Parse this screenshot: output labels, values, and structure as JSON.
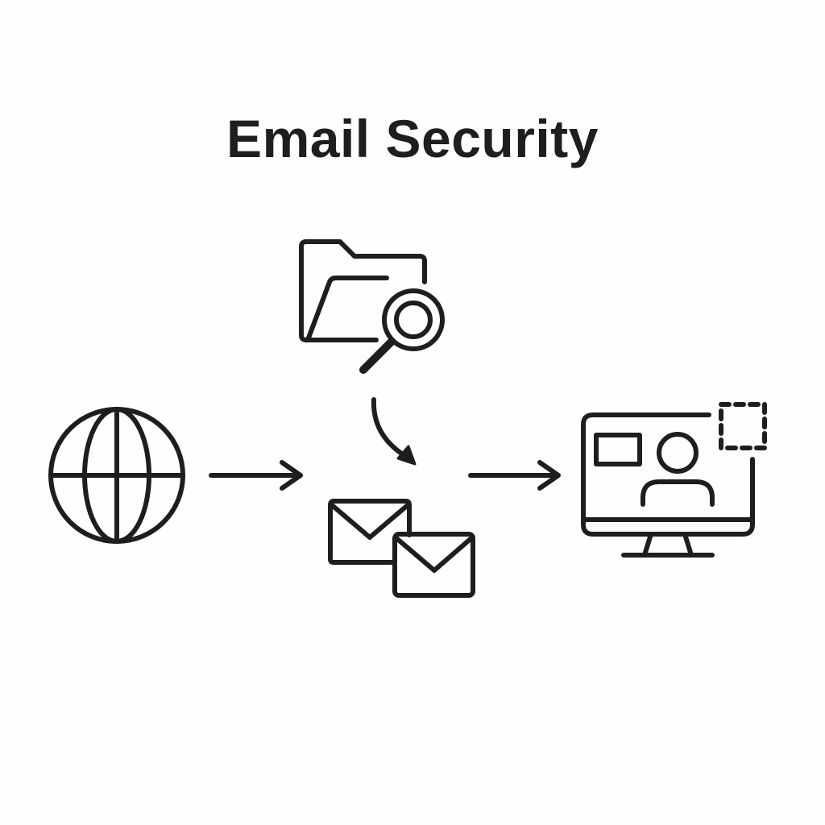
{
  "title": "Email Security",
  "colors": {
    "stroke": "#1e1e1e",
    "background": "#fefefe"
  },
  "nodes": [
    {
      "id": "internet",
      "icon": "globe-icon"
    },
    {
      "id": "scan",
      "icon": "folder-search-icon"
    },
    {
      "id": "emails",
      "icon": "envelopes-icon"
    },
    {
      "id": "user",
      "icon": "monitor-user-icon"
    }
  ],
  "edges": [
    {
      "from": "internet",
      "to": "emails"
    },
    {
      "from": "scan",
      "to": "emails"
    },
    {
      "from": "emails",
      "to": "user"
    }
  ]
}
